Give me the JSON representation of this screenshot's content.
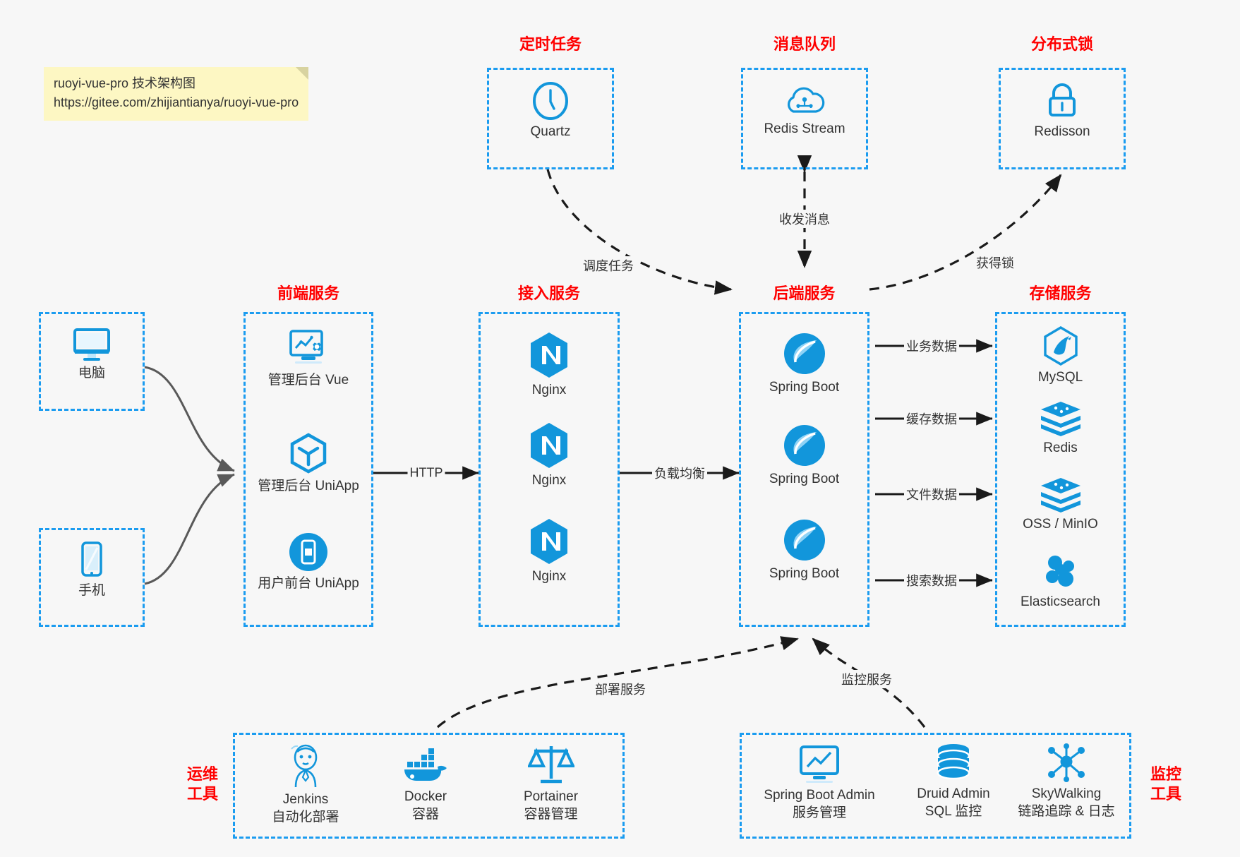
{
  "note": {
    "line1": "ruoyi-vue-pro 技术架构图",
    "line2": "https://gitee.com/zhijiantianya/ruoyi-vue-pro"
  },
  "colors": {
    "group_border": "#1b9cf0",
    "group_title": "#ff0000",
    "icon_blue": "#1296db",
    "caption": "#333333",
    "background": "#f7f7f7",
    "note_bg": "#fdf7c3",
    "edge_solid": "#1a1a1a",
    "edge_curve": "#595959"
  },
  "groups": {
    "clients": {
      "computer": {
        "title": "",
        "label": "电脑",
        "icon": "desktop-monitor-icon"
      },
      "phone": {
        "title": "",
        "label": "手机",
        "icon": "mobile-phone-icon"
      }
    },
    "scheduler": {
      "title": "定时任务",
      "nodes": [
        {
          "label": "Quartz",
          "icon": "clock-icon"
        }
      ]
    },
    "message_queue": {
      "title": "消息队列",
      "nodes": [
        {
          "label": "Redis Stream",
          "icon": "cloud-stream-icon"
        }
      ]
    },
    "distributed_lock": {
      "title": "分布式锁",
      "nodes": [
        {
          "label": "Redisson",
          "icon": "padlock-icon"
        }
      ]
    },
    "frontend": {
      "title": "前端服务",
      "nodes": [
        {
          "label": "管理后台 Vue",
          "icon": "dashboard-settings-icon"
        },
        {
          "label": "管理后台 UniApp",
          "icon": "cube-icon"
        },
        {
          "label": "用户前台 UniApp",
          "icon": "mobile-app-icon"
        }
      ]
    },
    "gateway": {
      "title": "接入服务",
      "nodes": [
        {
          "label": "Nginx",
          "icon": "nginx-icon"
        },
        {
          "label": "Nginx",
          "icon": "nginx-icon"
        },
        {
          "label": "Nginx",
          "icon": "nginx-icon"
        }
      ]
    },
    "backend": {
      "title": "后端服务",
      "nodes": [
        {
          "label": "Spring Boot",
          "icon": "spring-boot-icon"
        },
        {
          "label": "Spring Boot",
          "icon": "spring-boot-icon"
        },
        {
          "label": "Spring Boot",
          "icon": "spring-boot-icon"
        }
      ]
    },
    "storage": {
      "title": "存储服务",
      "nodes": [
        {
          "label": "MySQL",
          "icon": "mysql-dolphin-icon"
        },
        {
          "label": "Redis",
          "icon": "redis-stack-icon"
        },
        {
          "label": "OSS / MinIO",
          "icon": "redis-stack-icon"
        },
        {
          "label": "Elasticsearch",
          "icon": "elasticsearch-icon"
        }
      ]
    },
    "devops": {
      "title_line1": "运维",
      "title_line2": "工具",
      "nodes": [
        {
          "label": "Jenkins",
          "label2": "自动化部署",
          "icon": "jenkins-butler-icon"
        },
        {
          "label": "Docker",
          "label2": "容器",
          "icon": "docker-whale-icon"
        },
        {
          "label": "Portainer",
          "label2": "容器管理",
          "icon": "scales-balance-icon"
        }
      ]
    },
    "monitoring": {
      "title_line1": "监控",
      "title_line2": "工具",
      "nodes": [
        {
          "label": "Spring Boot Admin",
          "label2": "服务管理",
          "icon": "chart-monitor-icon"
        },
        {
          "label": "Druid Admin",
          "label2": "SQL 监控",
          "icon": "database-cylinder-icon"
        },
        {
          "label": "SkyWalking",
          "label2": "链路追踪 & 日志",
          "icon": "skywalking-network-icon"
        }
      ]
    }
  },
  "edges": [
    {
      "label": "HTTP",
      "from": "frontend",
      "to": "gateway"
    },
    {
      "label": "负载均衡",
      "from": "gateway",
      "to": "backend"
    },
    {
      "label": "调度任务",
      "from": "scheduler",
      "to": "backend"
    },
    {
      "label": "收发消息",
      "from": "message_queue",
      "to": "backend"
    },
    {
      "label": "获得锁",
      "from": "backend",
      "to": "distributed_lock"
    },
    {
      "label": "业务数据",
      "from": "backend",
      "to": "storage_mysql"
    },
    {
      "label": "缓存数据",
      "from": "backend",
      "to": "storage_redis"
    },
    {
      "label": "文件数据",
      "from": "backend",
      "to": "storage_oss"
    },
    {
      "label": "搜索数据",
      "from": "backend",
      "to": "storage_es"
    },
    {
      "label": "部署服务",
      "from": "devops",
      "to": "backend"
    },
    {
      "label": "监控服务",
      "from": "monitoring",
      "to": "backend"
    }
  ]
}
